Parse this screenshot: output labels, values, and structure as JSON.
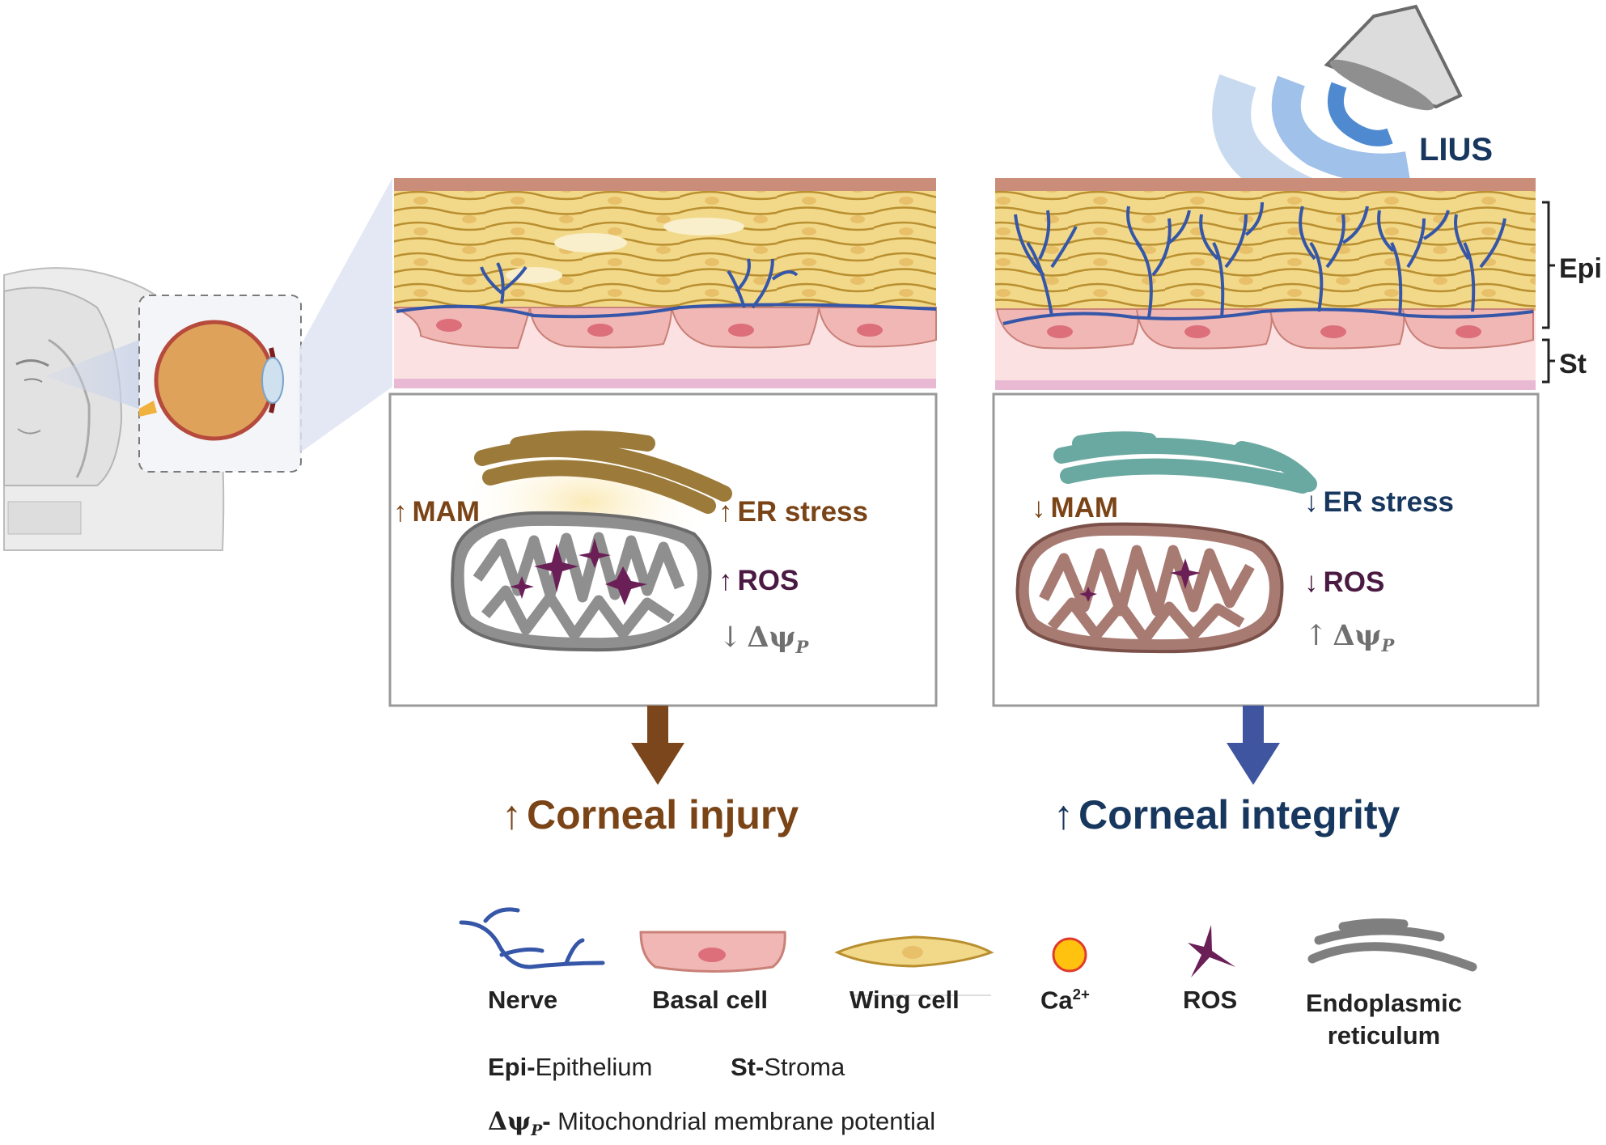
{
  "colors": {
    "injury": "#7a4417",
    "integrity": "#17375e",
    "ros_text": "#4a1a42",
    "dpsi_text": "#707070",
    "er_healthy": "#6aa9a1",
    "er_stressed": "#9c7a3a",
    "mito_healthy": "#a77a72",
    "mito_stressed": "#8f8f8f",
    "nerve": "#3656a8",
    "ros_star": "#6a1f57",
    "down_arrow_left": "#7b461b",
    "down_arrow_right": "#3f55a0"
  },
  "device": {
    "label": "LIUS"
  },
  "layers": {
    "epi": "Epi",
    "st": "St"
  },
  "left_panel": {
    "mam": {
      "arrow": "↑",
      "text": "MAM"
    },
    "er": {
      "arrow": "↑",
      "text": "ER stress"
    },
    "ros": {
      "arrow": "↑",
      "text": "ROS"
    },
    "dpsi": {
      "arrow": "↓",
      "symbol": "Δψ",
      "sub": "P"
    },
    "outcome": {
      "arrow": "↑",
      "text": "Corneal injury"
    }
  },
  "right_panel": {
    "mam": {
      "arrow": "↓",
      "text": "MAM"
    },
    "er": {
      "arrow": "↓",
      "text": "ER stress"
    },
    "ros": {
      "arrow": "↓",
      "text": "ROS"
    },
    "dpsi": {
      "arrow": "↑",
      "symbol": "Δψ",
      "sub": "P"
    },
    "outcome": {
      "arrow": "↑",
      "text": "Corneal integrity"
    }
  },
  "legend": {
    "nerve": "Nerve",
    "basal": "Basal cell",
    "wing": "Wing cell",
    "ca_base": "Ca",
    "ca_sup": "2+",
    "ros": "ROS",
    "er_line1": "Endoplasmic",
    "er_line2": "reticulum",
    "abbr_epi_key": "Epi-",
    "abbr_epi_val": "Epithelium",
    "abbr_st_key": "St-",
    "abbr_st_val": "Stroma",
    "dpsi_symbol": "Δψ",
    "dpsi_sub": "P",
    "dpsi_dash": "-",
    "dpsi_desc": " Mitochondrial membrane potential"
  }
}
